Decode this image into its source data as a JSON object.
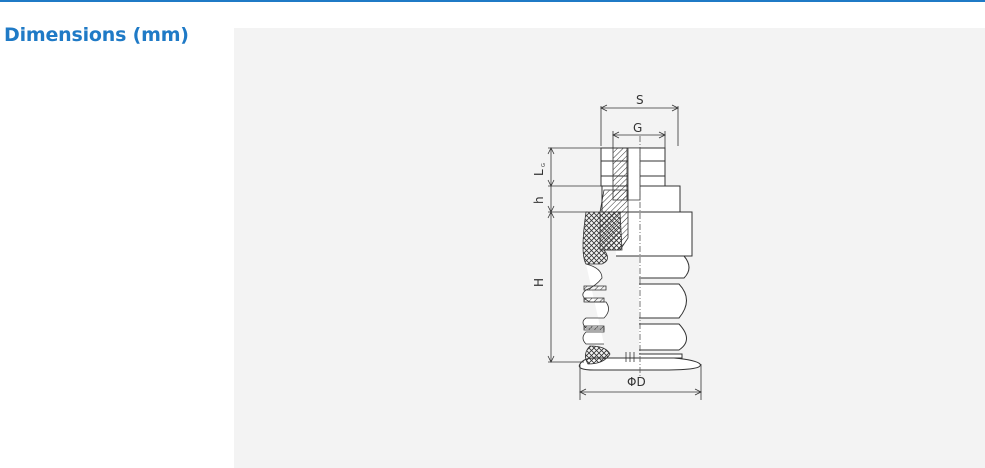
{
  "section": {
    "title": "Dimensions (mm)"
  },
  "drawing": {
    "labels": {
      "S": "S",
      "G": "G",
      "LG_main": "L",
      "LG_sub": "G",
      "h": "h",
      "H": "H",
      "D": "ΦD"
    },
    "colors": {
      "accent": "#1f7ac6",
      "panel": "#f3f3f3",
      "line": "#333333"
    }
  }
}
